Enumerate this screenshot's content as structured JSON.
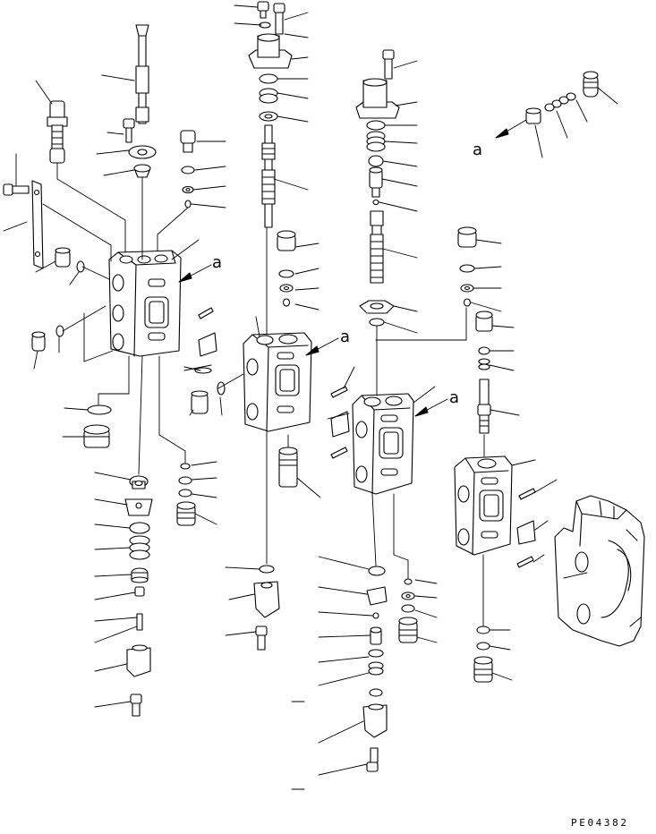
{
  "diagram": {
    "drawing_number": "PE04382",
    "view_marker": "a",
    "colors": {
      "line": "#000000",
      "background": "#ffffff"
    },
    "sections": [
      "left-relief-valve-section",
      "center-left-spool-section",
      "center-right-spool-section",
      "right-spool-section",
      "valve-assembly-overview"
    ]
  }
}
